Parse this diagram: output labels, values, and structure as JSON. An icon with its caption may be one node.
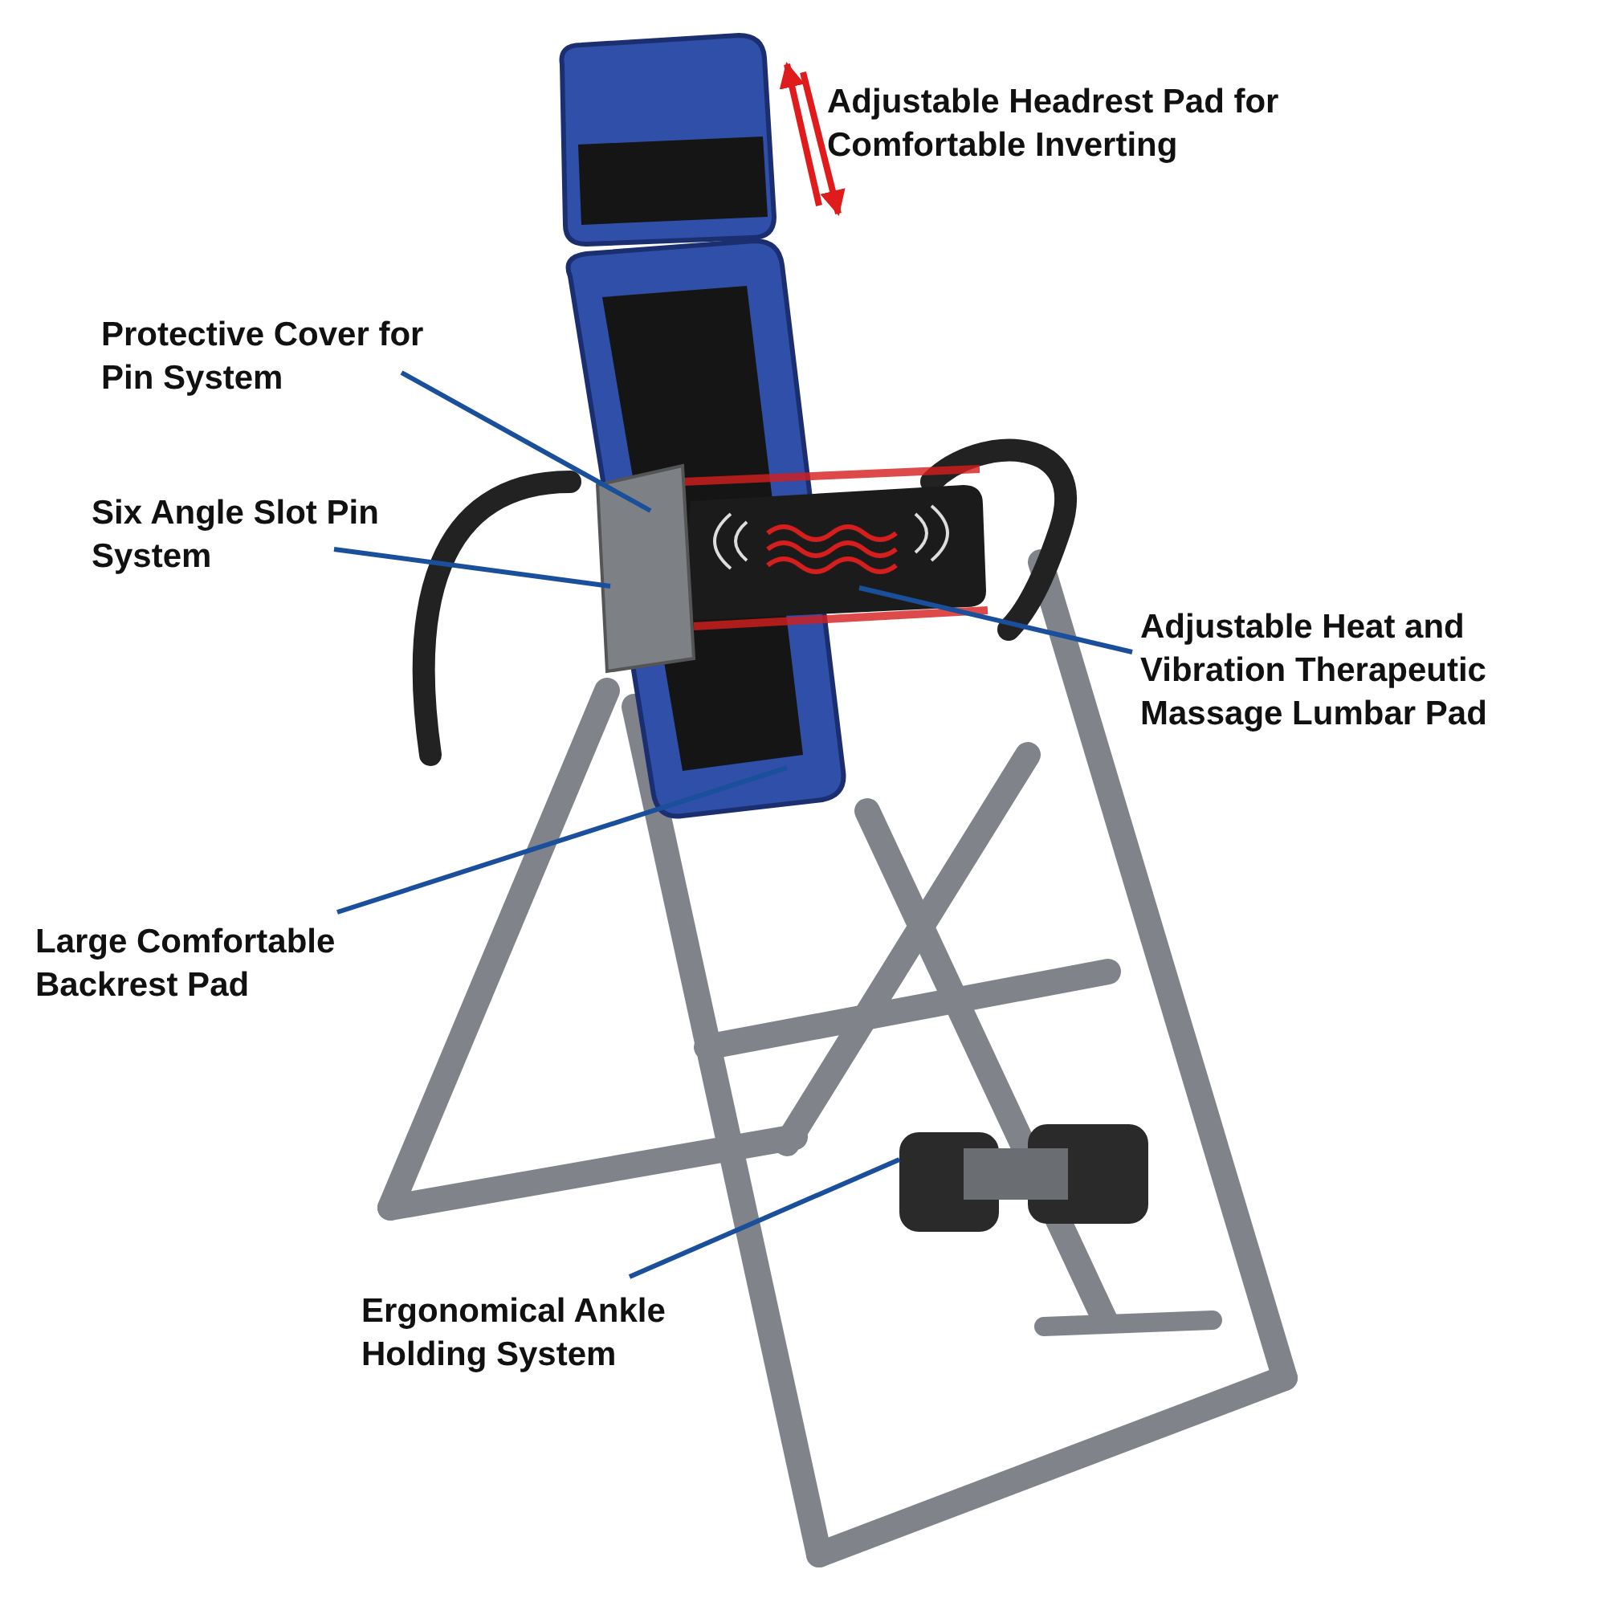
{
  "diagram": {
    "nodes": [
      {
        "text": [
          "Protective Cover for Pin System"
        ]
      },
      {
        "text": [
          "Six Angle Slot Pin System"
        ]
      },
      {
        "text": [
          "Adjustable Heat and Vibration Therapeutic Massage Lumbar Pad"
        ]
      },
      {
        "text": [
          "Large Comfortable Backrest Pad"
        ]
      },
      {
        "text": [
          "Ergonomical Ankle Holding System"
        ]
      }
    ],
    "edges": [
      {
        "from": 0,
        "to": null,
        "arrow": "none"
      },
      {
        "from": 1,
        "to": null,
        "arrow": "none"
      },
      {
        "from": 2,
        "to": null,
        "arrow": "none"
      },
      {
        "from": 3,
        "to": null,
        "arrow": "none"
      },
      {
        "from": 4,
        "to": null,
        "arrow": "none"
      }
    ],
    "labels": [
      "Adjustable Headrest Pad for Comfortable Inverting"
    ]
  }
}
